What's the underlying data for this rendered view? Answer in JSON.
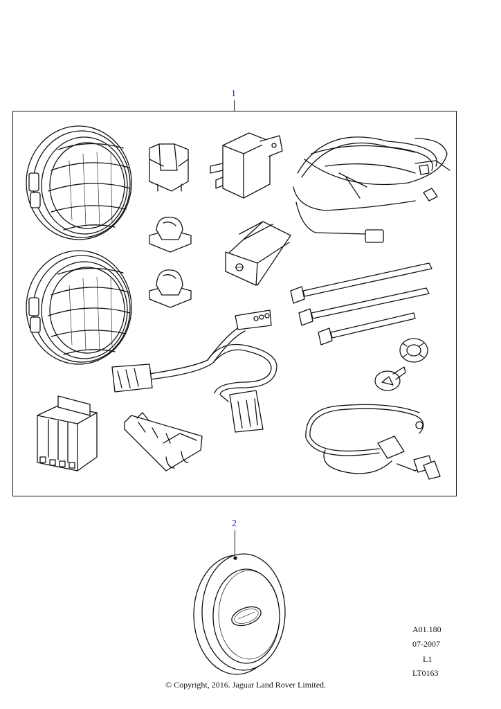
{
  "callouts": [
    {
      "label": "1"
    },
    {
      "label": "2"
    }
  ],
  "reference": {
    "code": "A01.180",
    "date": "07-2007",
    "level": "L1",
    "illustration": "LT0163"
  },
  "copyright": "© Copyright, 2016. Jaguar Land Rover Limited.",
  "colors": {
    "callout": "#1e33c8",
    "line": "#111111",
    "fill": "#ffffff"
  },
  "icons": [
    "driving-lamp-icon",
    "relay-icon",
    "wiring-harness-icon",
    "switch-icon",
    "cable-tie-icon",
    "screw-icon",
    "connector-icon",
    "spare-wheel-cover-icon"
  ]
}
